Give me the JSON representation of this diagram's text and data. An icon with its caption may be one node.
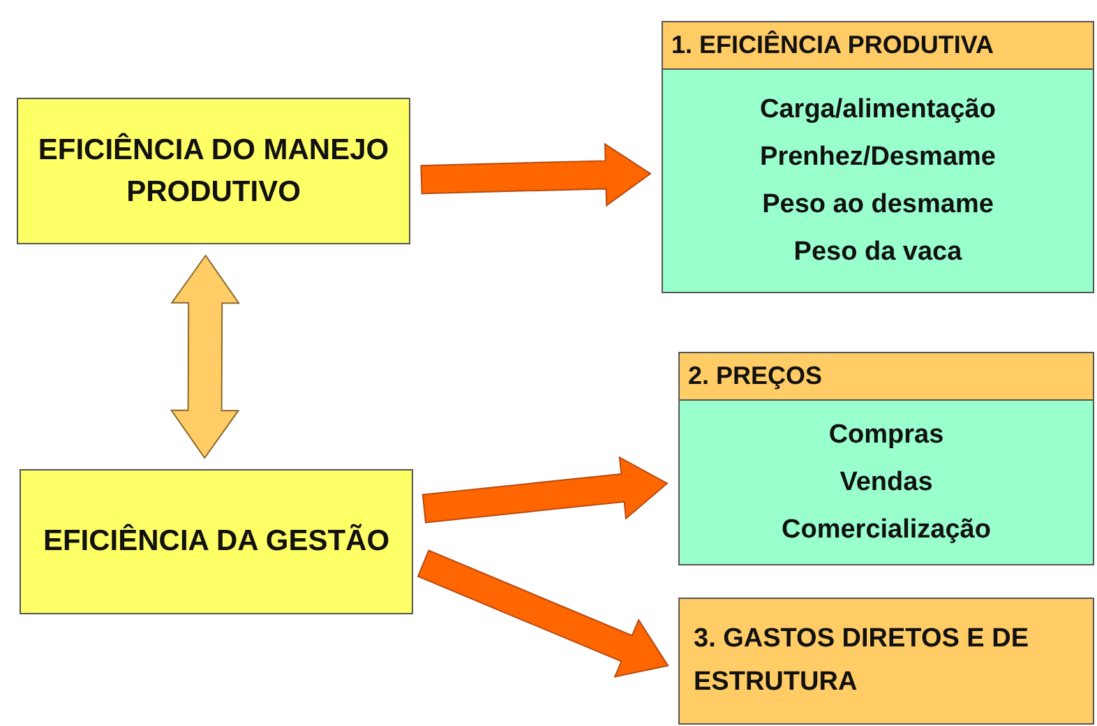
{
  "diagram": {
    "nodes": [
      {
        "text": [
          "EFICIÊNCIA DO MANEJO PRODUTIVO"
        ]
      },
      {
        "text": [
          "EFICIÊNCIA DA GESTÃO"
        ]
      },
      {
        "text": [
          "1. EFICIÊNCIA PRODUTIVA",
          "Carga/alimentação",
          "Prenhez/Desmame",
          "Peso ao desmame",
          "Peso da vaca"
        ]
      },
      {
        "text": [
          "2. PREÇOS",
          "Compras",
          "Vendas",
          "Comercialização"
        ]
      },
      {
        "text": [
          "3. GASTOS DIRETOS E DE ESTRUTURA"
        ]
      }
    ],
    "edges": [
      {
        "from": 0,
        "to": 2,
        "arrow": "to"
      },
      {
        "from": 1,
        "to": 3,
        "arrow": "to"
      },
      {
        "from": 1,
        "to": 4,
        "arrow": "to"
      },
      {
        "from": 0,
        "to": 1,
        "arrow": "both",
        "color": "#ffcc66"
      }
    ]
  }
}
